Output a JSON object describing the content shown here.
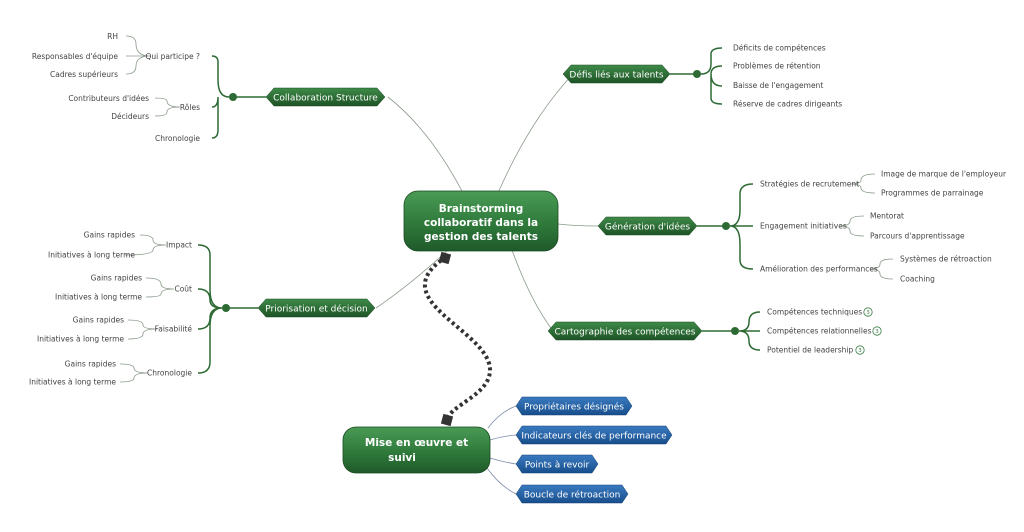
{
  "colors": {
    "green_dark": "#1f5a2a",
    "green": "#2f7a3b",
    "green_light": "#4a9a55",
    "blue": "#1a5a9e",
    "blue_light": "#3a7ac0",
    "connector": "#2e6b34"
  },
  "central": {
    "label": [
      "Brainstorming",
      "collaboratif dans la",
      "gestion des talents"
    ]
  },
  "implementation": {
    "label": [
      "Mise en œuvre et",
      "suivi"
    ]
  },
  "branches": {
    "collaboration": {
      "label": "Collaboration Structure",
      "groups": [
        {
          "label": "Qui participe ?",
          "items": [
            "RH",
            "Responsables d'équipe",
            "Cadres supérieurs"
          ]
        },
        {
          "label": "Rôles",
          "items": [
            "Contributeurs d'idées",
            "Décideurs"
          ]
        },
        {
          "label": "Chronologie",
          "items": []
        }
      ]
    },
    "priorisation": {
      "label": "Priorisation et décision",
      "groups": [
        {
          "label": "Impact",
          "items": [
            "Gains rapides",
            "Initiatives à long terme"
          ]
        },
        {
          "label": "Coût",
          "items": [
            "Gains rapides",
            "Initiatives à long terme"
          ]
        },
        {
          "label": "Faisabilité",
          "items": [
            "Gains rapides",
            "Initiatives à long terme"
          ]
        },
        {
          "label": "Chronologie",
          "items": [
            "Gains rapides",
            "Initiatives à long terme"
          ]
        }
      ]
    },
    "defis": {
      "label": "Défis liés aux talents",
      "items": [
        "Déficits de compétences",
        "Problèmes de rétention",
        "Baisse de l'engagement",
        "Réserve de cadres dirigeants"
      ]
    },
    "generation": {
      "label": "Génération d'idées",
      "groups": [
        {
          "label": "Stratégies de recrutement",
          "items": [
            "Image de marque de l'employeur",
            "Programmes de parrainage"
          ]
        },
        {
          "label": "Engagement initiatives",
          "items": [
            "Mentorat",
            "Parcours d'apprentissage"
          ]
        },
        {
          "label": "Amélioration des performances",
          "items": [
            "Systèmes de rétroaction",
            "Coaching"
          ]
        }
      ]
    },
    "cartographie": {
      "label": "Cartographie des compétences",
      "items": [
        {
          "label": "Compétences techniques",
          "badge": "3"
        },
        {
          "label": "Compétences relationnelles",
          "badge": "3"
        },
        {
          "label": "Potentiel de leadership",
          "badge": "3"
        }
      ]
    }
  },
  "implementation_items": [
    "Propriétaires désignés",
    "Indicateurs clés de performance",
    "Points à revoir",
    "Boucle de rétroaction"
  ]
}
